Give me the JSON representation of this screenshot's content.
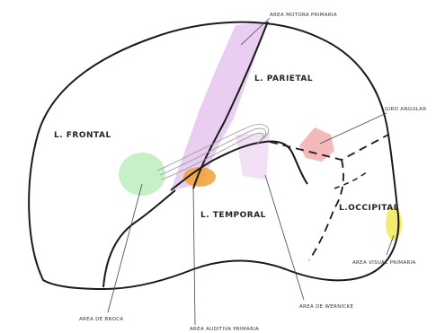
{
  "diagram": {
    "lobes": {
      "frontal": "L. FRONTAL",
      "parietal": "L. PARIETAL",
      "temporal": "L. TEMPORAL",
      "occipital": "L.OCCIPITAL"
    },
    "areas": {
      "motor": "AREA MOTORA PRIMARIA",
      "angular": "GIRO ANGULAR",
      "visual": "AREA VISUAL PRIMARIA",
      "wernicke": "AREA DE WERNICKE",
      "auditory": "AREA AUDITIVA PRIMARIA",
      "broca": "AREA DE BROCA"
    },
    "colors": {
      "motor": "#d9a6e8",
      "broca": "#9be39b",
      "auditory": "#f2a033",
      "angular": "#f0a3a3",
      "visual": "#f2e94e",
      "outline": "#1a1a1a"
    }
  }
}
